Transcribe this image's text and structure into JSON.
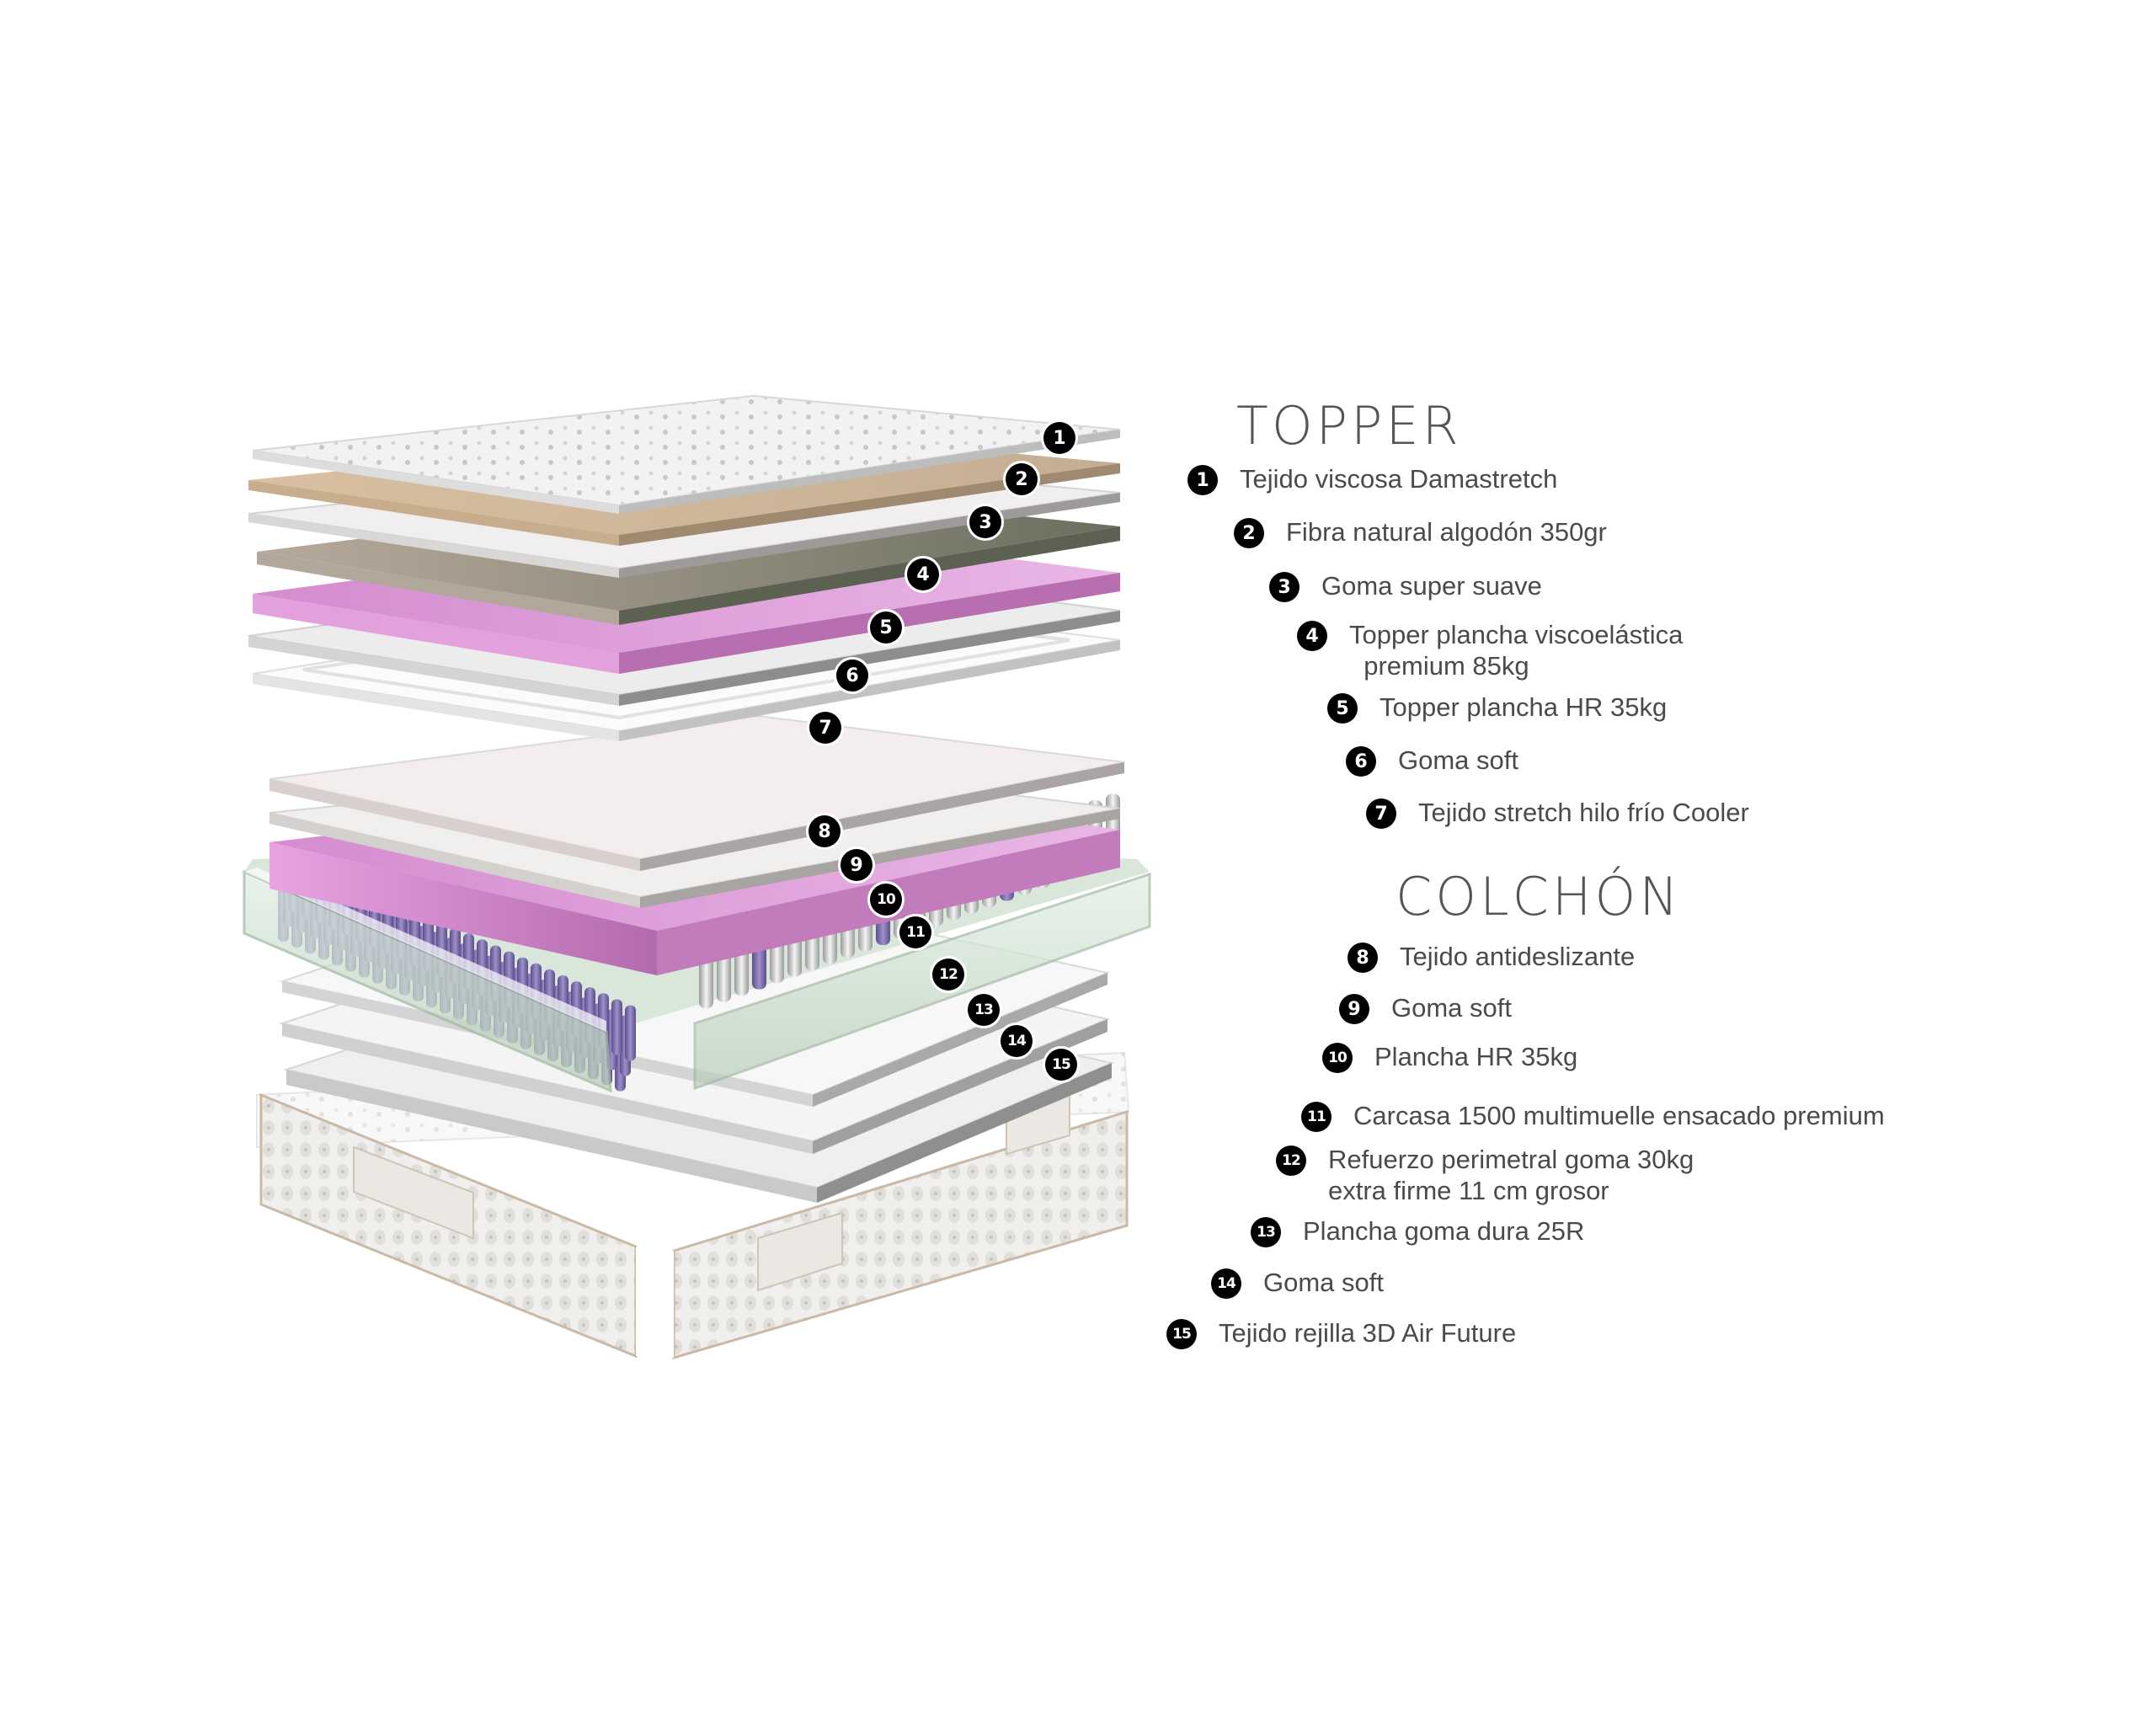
{
  "headings": {
    "topper": "TOPPER",
    "colchon": "COLCHÓN"
  },
  "legend": [
    {
      "num": "1",
      "text": "Tejido viscosa Damastretch"
    },
    {
      "num": "2",
      "text": "Fibra natural algodón 350gr"
    },
    {
      "num": "3",
      "text": "Goma super suave"
    },
    {
      "num": "4",
      "text": "Topper plancha viscoelástica\n  premium 85kg"
    },
    {
      "num": "5",
      "text": "Topper plancha HR 35kg"
    },
    {
      "num": "6",
      "text": "Goma soft"
    },
    {
      "num": "7",
      "text": "Tejido stretch hilo frío Cooler"
    },
    {
      "num": "8",
      "text": "Tejido antideslizante"
    },
    {
      "num": "9",
      "text": "Goma soft"
    },
    {
      "num": "10",
      "text": "Plancha HR 35kg"
    },
    {
      "num": "11",
      "text": "Carcasa 1500 multimuelle ensacado premium"
    },
    {
      "num": "12",
      "text": "Refuerzo perimetral goma 30kg\nextra firme 11 cm grosor"
    },
    {
      "num": "13",
      "text": "Plancha goma dura 25R"
    },
    {
      "num": "14",
      "text": "Goma soft"
    },
    {
      "num": "15",
      "text": "Tejido rejilla 3D Air Future"
    }
  ],
  "colors": {
    "badge": "#000000",
    "pink_foam": "#d98fd2",
    "purple_springs": "#7a69a8",
    "beige_fibre": "#d9c2a3",
    "grey_foam": "#b9b9b9",
    "text": "#4a4a4a"
  }
}
